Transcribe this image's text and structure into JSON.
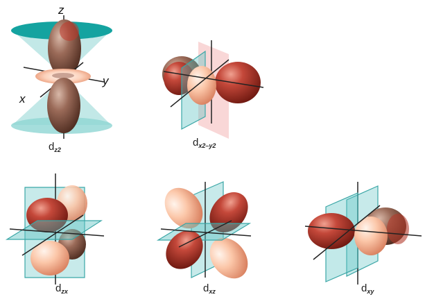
{
  "orbitals": [
    {
      "id": "dz2",
      "symbol": "d",
      "subscript": "z2",
      "axis_labels": {
        "z": "z",
        "y": "y",
        "x": "x"
      }
    },
    {
      "id": "dx2y2",
      "symbol": "d",
      "subscript": "x2–y2"
    },
    {
      "id": "dzx",
      "symbol": "d",
      "subscript": "zx"
    },
    {
      "id": "dxz",
      "symbol": "d",
      "subscript": "xz"
    },
    {
      "id": "dxy",
      "symbol": "d",
      "subscript": "xy"
    }
  ],
  "colors": {
    "lobe_dark": "#a8332a",
    "lobe_light": "#f7b598",
    "lobe_brown": "#8a5a47",
    "plane": "#5fc4c4",
    "cone": "#8fd6d3",
    "cone_cap": "#14a3a0",
    "axis": "#222222"
  }
}
